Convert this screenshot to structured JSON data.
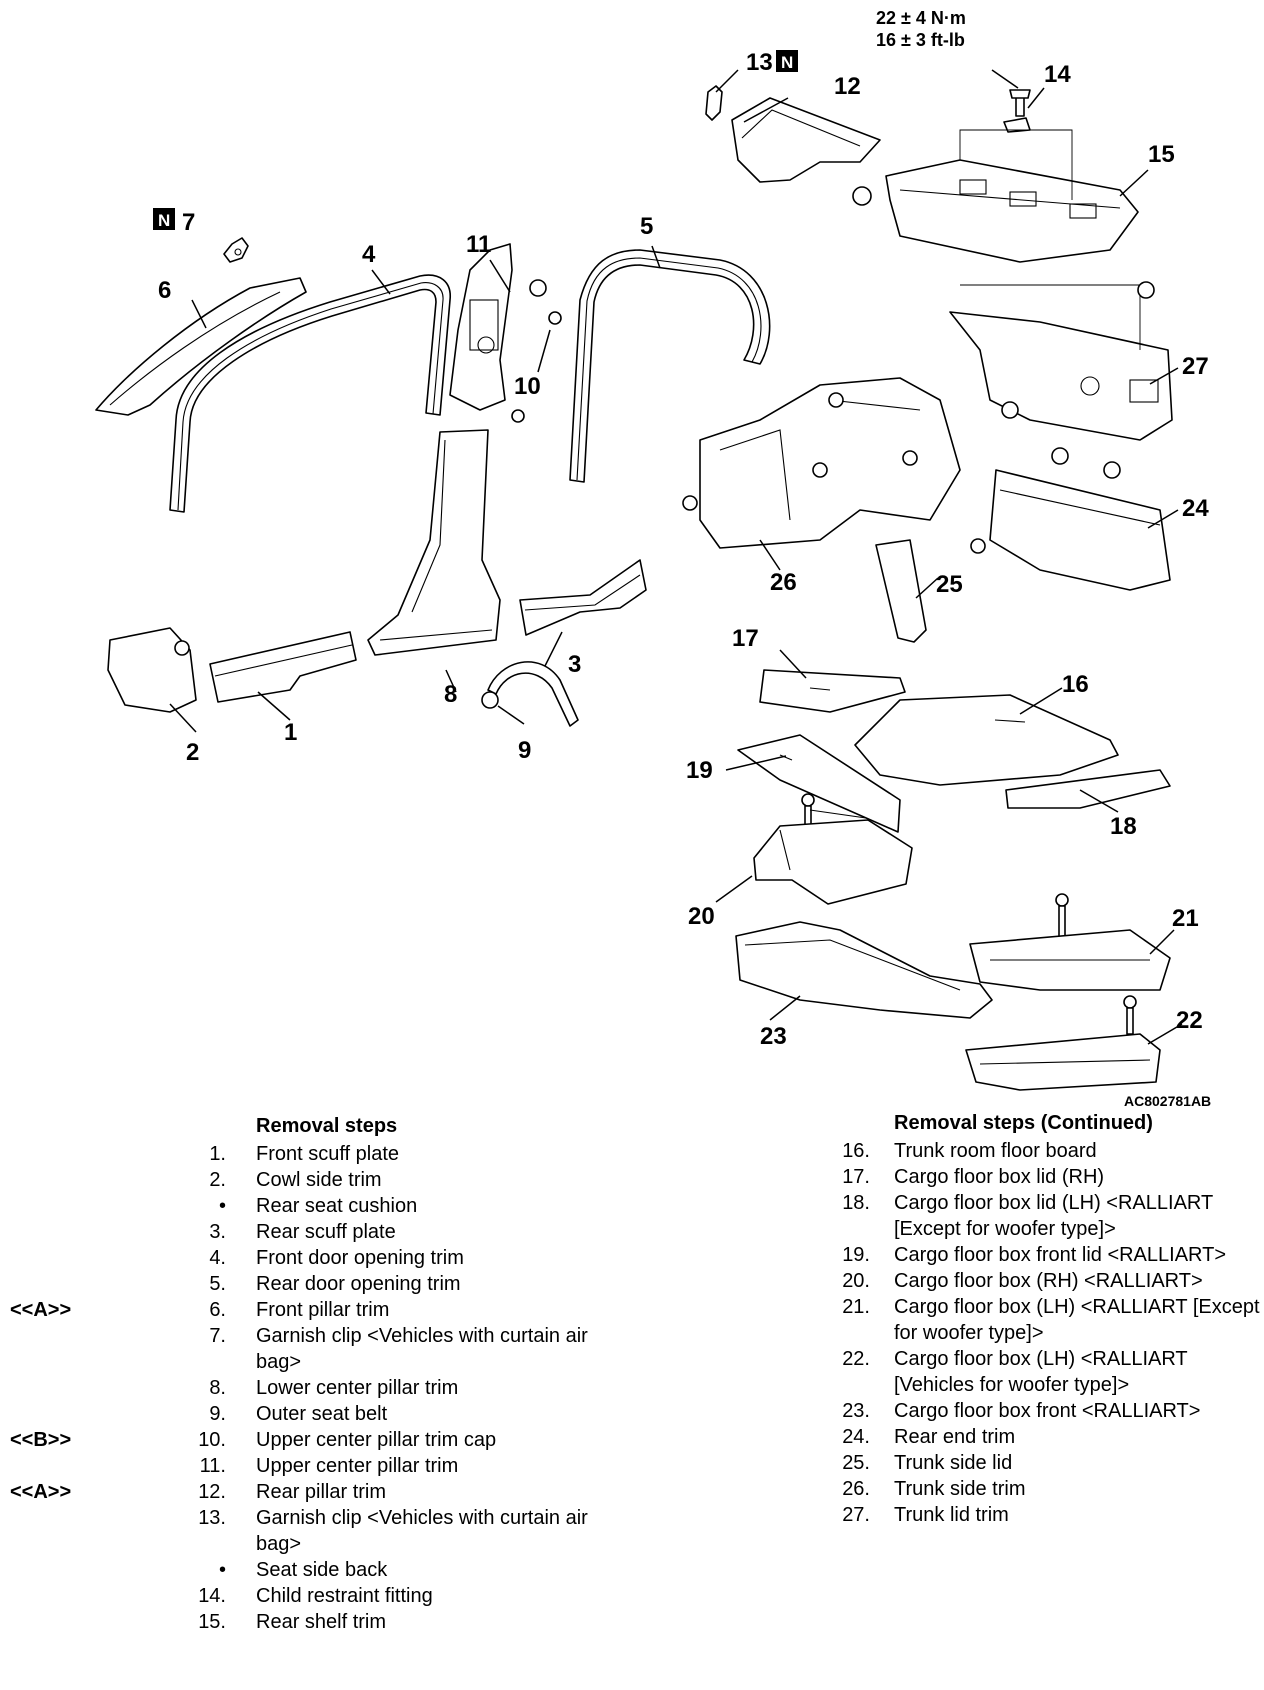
{
  "diagram": {
    "figure_id": "AC802781AB",
    "torque": {
      "line1": "22 ± 4 N·m",
      "line2": "16 ± 3 ft-lb"
    },
    "new_part_mark": "N",
    "callouts": [
      "1",
      "2",
      "3",
      "4",
      "5",
      "6",
      "7",
      "8",
      "9",
      "10",
      "11",
      "12",
      "13",
      "14",
      "15",
      "16",
      "17",
      "18",
      "19",
      "20",
      "21",
      "22",
      "23",
      "24",
      "25",
      "26",
      "27"
    ]
  },
  "removal_steps": {
    "heading": "Removal steps",
    "items": [
      {
        "mark": "",
        "num": "1.",
        "text": "Front scuff plate"
      },
      {
        "mark": "",
        "num": "2.",
        "text": "Cowl side trim"
      },
      {
        "mark": "",
        "num": "•",
        "text": "Rear seat cushion"
      },
      {
        "mark": "",
        "num": "3.",
        "text": "Rear scuff plate"
      },
      {
        "mark": "",
        "num": "4.",
        "text": "Front door opening trim"
      },
      {
        "mark": "",
        "num": "5.",
        "text": "Rear door opening trim"
      },
      {
        "mark": "<<A>>",
        "num": "6.",
        "text": "Front pillar trim"
      },
      {
        "mark": "",
        "num": "7.",
        "text": "Garnish clip <Vehicles with curtain air bag>"
      },
      {
        "mark": "",
        "num": "8.",
        "text": "Lower center pillar trim"
      },
      {
        "mark": "",
        "num": "9.",
        "text": "Outer seat belt"
      },
      {
        "mark": "<<B>>",
        "num": "10.",
        "text": "Upper center pillar trim cap"
      },
      {
        "mark": "",
        "num": "11.",
        "text": "Upper center pillar trim"
      },
      {
        "mark": "<<A>>",
        "num": "12.",
        "text": "Rear pillar trim"
      },
      {
        "mark": "",
        "num": "13.",
        "text": "Garnish clip <Vehicles with curtain air bag>"
      },
      {
        "mark": "",
        "num": "•",
        "text": "Seat side back"
      },
      {
        "mark": "",
        "num": "14.",
        "text": "Child restraint fitting"
      },
      {
        "mark": "",
        "num": "15.",
        "text": "Rear shelf trim"
      }
    ]
  },
  "removal_steps_continued": {
    "heading": "Removal steps (Continued)",
    "items": [
      {
        "num": "16.",
        "text": "Trunk room floor board"
      },
      {
        "num": "17.",
        "text": "Cargo floor box lid (RH)"
      },
      {
        "num": "18.",
        "text": "Cargo floor box lid (LH) <RALLIART [Except for woofer type]>"
      },
      {
        "num": "19.",
        "text": "Cargo floor box front lid <RALLIART>"
      },
      {
        "num": "20.",
        "text": "Cargo floor box (RH) <RALLIART>"
      },
      {
        "num": "21.",
        "text": "Cargo floor box (LH) <RALLIART [Except for woofer type]>"
      },
      {
        "num": "22.",
        "text": "Cargo floor box (LH) <RALLIART [Vehicles for woofer type]>"
      },
      {
        "num": "23.",
        "text": "Cargo floor box front <RALLIART>"
      },
      {
        "num": "24.",
        "text": "Rear end trim"
      },
      {
        "num": "25.",
        "text": "Trunk side lid"
      },
      {
        "num": "26.",
        "text": "Trunk side trim"
      },
      {
        "num": "27.",
        "text": "Trunk lid trim"
      }
    ]
  }
}
